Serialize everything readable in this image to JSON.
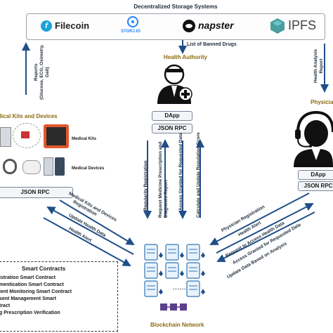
{
  "storage": {
    "title": "Decentralized Storage Systems",
    "logos": [
      {
        "name": "Filecoin",
        "icon": "filecoin-icon",
        "color": "#1aa3d9"
      },
      {
        "name": "STORJ.IO",
        "icon": "storj-icon",
        "color": "#2683ff"
      },
      {
        "name": "napster",
        "icon": "napster-icon",
        "color": "#111111"
      },
      {
        "name": "IPFS",
        "icon": "ipfs-icon",
        "color": "#4a9ea1"
      }
    ]
  },
  "health_authority": {
    "title": "Health Authority",
    "arrow_label": "List of Banned Drugs",
    "dapp": "DApp",
    "json_rpc": "JSON RPC"
  },
  "left_storage_arrow": "Reports\n(Glucose, ECG, Oximetry,\nGait)",
  "right_storage_arrow": "Health Analysis\nReport",
  "medical": {
    "title": "Medical Kits and Devices",
    "kits_label": "Medical Kits",
    "devices_label": "Medical Devices",
    "json_rpc": "JSON RPC"
  },
  "physician": {
    "title": "Physicia",
    "dapp": "DApp",
    "json_rpc": "JSON RPC"
  },
  "vertical_arrows": [
    "Regularity Registration",
    "Request Medicine Prescription and Diagnosis Report",
    "Access Granted for Requested Data",
    "Calculate and Update Reputation Score"
  ],
  "left_diag_arrows": [
    "Medical Kits and Devices",
    "Registration",
    "Update Health Data",
    "Health Alert"
  ],
  "right_diag_arrows": [
    "Physician Registration",
    "Health Alert",
    "Request to Access Health Data",
    "Access Granted for Requested Data",
    "Update Data Based on Analysis"
  ],
  "smart_contracts": {
    "title": "Smart Contracts",
    "items": [
      "istration Smart Contract",
      "mentication Smart Contract",
      "ient Monitoring Smart Contract",
      "sent Management Smart",
      "tract",
      "g Prescription Verification"
    ]
  },
  "blockchain": {
    "title": "Blockchain Network",
    "dots": "......",
    "accent": "#5b3f8c"
  },
  "colors": {
    "arrow": "#1f4e89",
    "gold": "#8b6a10",
    "doc": "#2e77b8"
  }
}
